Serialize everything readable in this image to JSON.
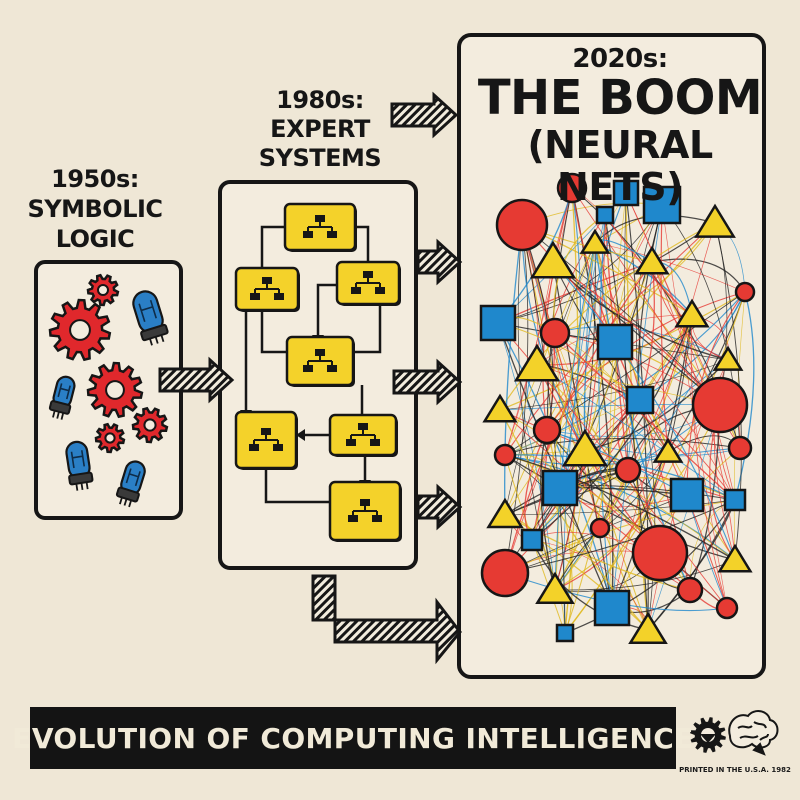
{
  "stages": {
    "symbolic": {
      "label": "1950s: SYMBOLIC LOGIC",
      "lines": [
        "1950s:",
        "SYMBOLIC",
        "LOGIC"
      ]
    },
    "expert": {
      "label": "1980s: EXPERT SYSTEMS",
      "lines": [
        "1980s:",
        "EXPERT",
        "SYSTEMS"
      ]
    },
    "boom": {
      "year": "2020s:",
      "title": "THE BOOM",
      "subtitle": "(NEURAL NETS)"
    }
  },
  "banner": {
    "title": "EVOLUTION OF COMPUTING INTELLIGENCE"
  },
  "footer": {
    "printed_note": "PRINTED IN THE U.S.A. 1982"
  },
  "icons": {
    "symbolic_panel": [
      "gear-icon",
      "vacuum-tube-icon"
    ],
    "expert_panel": [
      "flowchart-icon"
    ],
    "boom_panel": [
      "neural-node-circle",
      "neural-node-square",
      "neural-node-triangle"
    ],
    "badges": [
      "gear-badge-icon",
      "brain-icon"
    ]
  },
  "colors": {
    "paper": "#efe7d6",
    "ink": "#161616",
    "gear_red": "#e0282c",
    "tube_blue": "#2a7fc6",
    "flow_yellow": "#f4d22a",
    "node_red": "#e63a33",
    "node_blue": "#1f88cc",
    "node_yellow": "#f3d229"
  }
}
